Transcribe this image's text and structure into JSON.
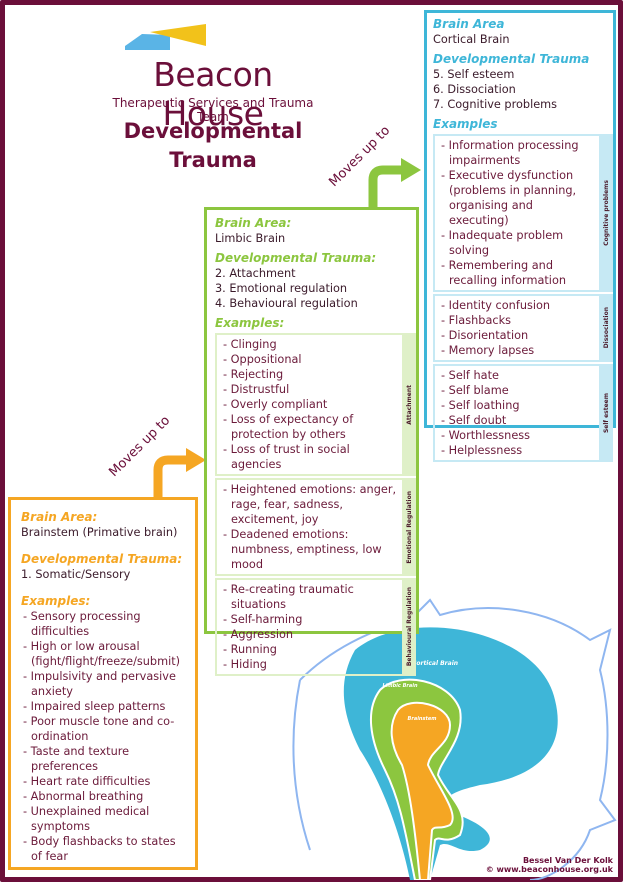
{
  "logo": {
    "name": "Beacon House",
    "tagline": "Therapeutic Services and Trauma Team",
    "colors": {
      "blue": "#5ab4e6",
      "yellow": "#f2c21a",
      "maroon": "#6b0f3a"
    }
  },
  "title": {
    "line1": "Developmental",
    "line2": "Trauma"
  },
  "arrow_label": "Moves up to",
  "levels": {
    "brainstem": {
      "color": "#f5a623",
      "brain_area_label": "Brain Area:",
      "brain_area": "Brainstem (Primative brain)",
      "trauma_label": "Developmental Trauma:",
      "trauma": [
        "1. Somatic/Sensory"
      ],
      "examples_label": "Examples:",
      "examples": [
        "- Sensory processing difficulties",
        "- High or low arousal (fight/flight/freeze/submit)",
        "- Impulsivity and pervasive anxiety",
        "- Impaired sleep patterns",
        "- Poor muscle tone and co-ordination",
        "- Taste and texture preferences",
        "- Heart rate difficulties",
        "- Abnormal breathing",
        "- Unexplained medical symptoms",
        "- Body flashbacks to states of fear"
      ]
    },
    "limbic": {
      "color": "#8cc63f",
      "brain_area_label": "Brain Area:",
      "brain_area": "Limbic Brain",
      "trauma_label": "Developmental Trauma:",
      "trauma": [
        "2. Attachment",
        "3. Emotional regulation",
        "4. Behavioural regulation"
      ],
      "examples_label": "Examples:",
      "sections": [
        {
          "label": "Attachment",
          "items": [
            "- Clinging",
            "- Oppositional",
            "- Rejecting",
            "- Distrustful",
            "- Overly compliant",
            "- Loss of expectancy of protection by others",
            "- Loss of trust in social agencies"
          ]
        },
        {
          "label": "Emotional Regulation",
          "items": [
            "- Heightened emotions: anger, rage, fear, sadness, excitement, joy",
            "- Deadened emotions: numbness, emptiness, low mood"
          ]
        },
        {
          "label": "Behavioural Regulation",
          "items": [
            "- Re-creating traumatic situations",
            "- Self-harming",
            "- Aggression",
            "- Running",
            "- Hiding"
          ]
        }
      ]
    },
    "cortical": {
      "color": "#3eb6d8",
      "brain_area_label": "Brain Area",
      "brain_area": "Cortical Brain",
      "trauma_label": "Developmental Trauma",
      "trauma": [
        "5. Self esteem",
        "6. Dissociation",
        "7. Cognitive problems"
      ],
      "examples_label": "Examples",
      "sections": [
        {
          "label": "Cognitive problems",
          "items": [
            "- Information processing impairments",
            "- Executive dysfunction (problems in planning, organising and executing)",
            "- Inadequate problem solving",
            "- Remembering and recalling information"
          ]
        },
        {
          "label": "Dissociation",
          "items": [
            "- Identity confusion",
            "- Flashbacks",
            "- Disorientation",
            "- Memory lapses"
          ]
        },
        {
          "label": "Self esteem",
          "items": [
            "- Self hate",
            "- Self blame",
            "- Self loathing",
            "- Self doubt",
            "- Worthlessness",
            "- Helplessness"
          ]
        }
      ]
    }
  },
  "diagram": {
    "labels": {
      "cortical": "Cortical Brain",
      "limbic": "Limbic Brain",
      "brainstem": "Brainstem"
    }
  },
  "credit": {
    "author": "Bessel Van Der Kolk",
    "website": "© www.beaconhouse.org.uk"
  }
}
